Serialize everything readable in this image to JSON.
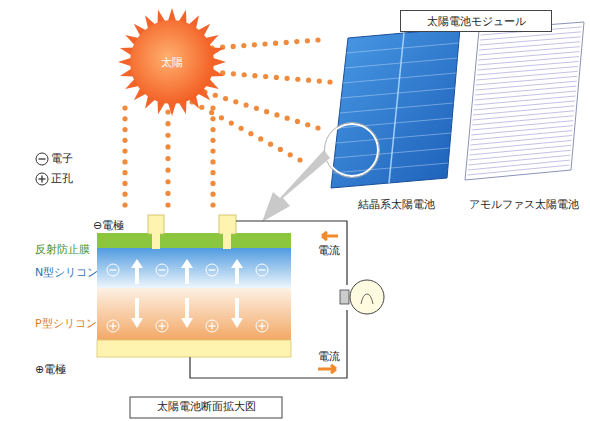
{
  "diagram": {
    "caption": "太陽電池断面拡大図",
    "nodes": [
      {
        "text": [
          "太陽"
        ]
      },
      {
        "text": [
          "太陽電池モジュール"
        ]
      },
      {
        "text": [
          "結晶系太陽電池"
        ]
      },
      {
        "text": [
          "アモルファス太陽電池"
        ]
      }
    ],
    "labels": [
      "⊖電極",
      "反射防止膜",
      "N型シリコン",
      "P型シリコン",
      "⊕電極",
      "電流",
      "電流"
    ],
    "legend": [
      {
        "text": "電子"
      },
      {
        "text": "正孔"
      }
    ]
  }
}
